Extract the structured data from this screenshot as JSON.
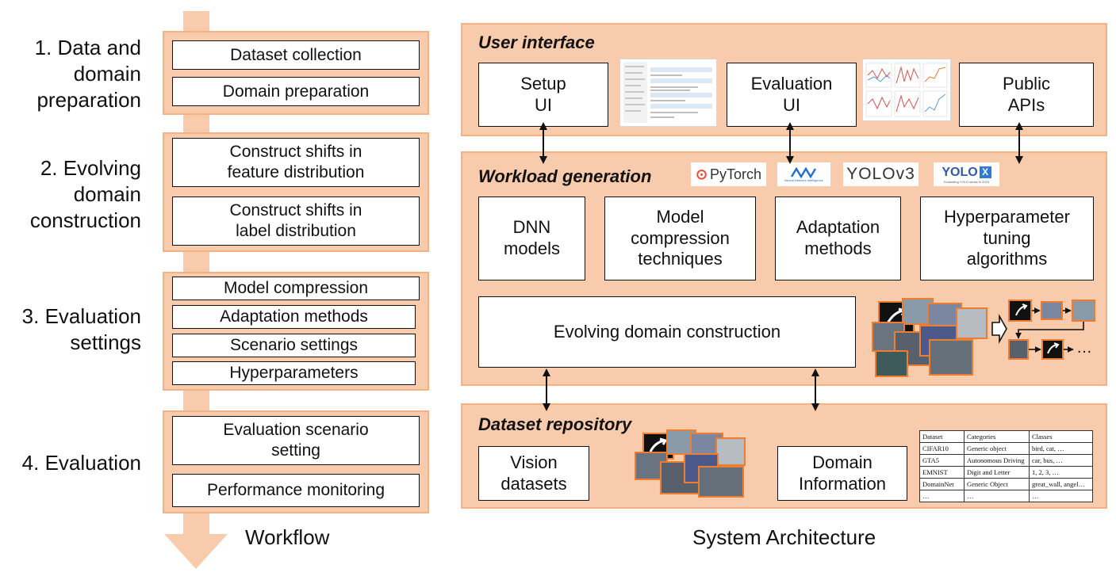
{
  "workflow": {
    "caption": "Workflow",
    "stages": [
      {
        "label": "1. Data and\ndomain\npreparation",
        "steps": [
          "Dataset collection",
          "Domain preparation"
        ]
      },
      {
        "label": "2. Evolving\ndomain\nconstruction",
        "steps": [
          "Construct shifts in\nfeature distribution",
          "Construct shifts in\nlabel distribution"
        ]
      },
      {
        "label": "3. Evaluation\nsettings",
        "steps": [
          "Model compression",
          "Adaptation methods",
          "Scenario settings",
          "Hyperparameters"
        ]
      },
      {
        "label": "4. Evaluation",
        "steps": [
          "Evaluation scenario\nsetting",
          "Performance monitoring"
        ]
      }
    ]
  },
  "architecture": {
    "caption": "System Architecture",
    "user_interface": {
      "title": "User interface",
      "setup": "Setup\nUI",
      "evaluation": "Evaluation\nUI",
      "apis": "Public\nAPIs"
    },
    "workload": {
      "title": "Workload generation",
      "logos": {
        "pytorch": "PyTorch",
        "nni": "Neural Network Intelligence",
        "yolov3": "YOLOv3",
        "yolox": "YOLO",
        "yolox_tag": "Exceeding YOLO series in 2020"
      },
      "dnn": "DNN\nmodels",
      "compression": "Model\ncompression\ntechniques",
      "adaptation": "Adaptation\nmethods",
      "hyper": "Hyperparameter\ntuning\nalgorithms",
      "evolving": "Evolving domain construction",
      "ellipsis": "…"
    },
    "dataset": {
      "title": "Dataset repository",
      "vision": "Vision\ndatasets",
      "domain_info": "Domain\nInformation",
      "table": {
        "headers": [
          "Dataset",
          "Categories",
          "Classes"
        ],
        "rows": [
          [
            "CIFAR10",
            "Generic object",
            "bird, cat, …"
          ],
          [
            "GTA5",
            "Autonomous Driving",
            "car, bus, …"
          ],
          [
            "EMNIST",
            "Digit and Letter",
            "1, 2, 3, …"
          ],
          [
            "DomainNet",
            "Generic Object",
            "great_wall, angel…"
          ],
          [
            "…",
            "…",
            "…"
          ]
        ]
      }
    }
  },
  "colors": {
    "peach_fill": "#f8cbad",
    "peach_border": "#f4b183",
    "accent": "#ed7d31"
  }
}
